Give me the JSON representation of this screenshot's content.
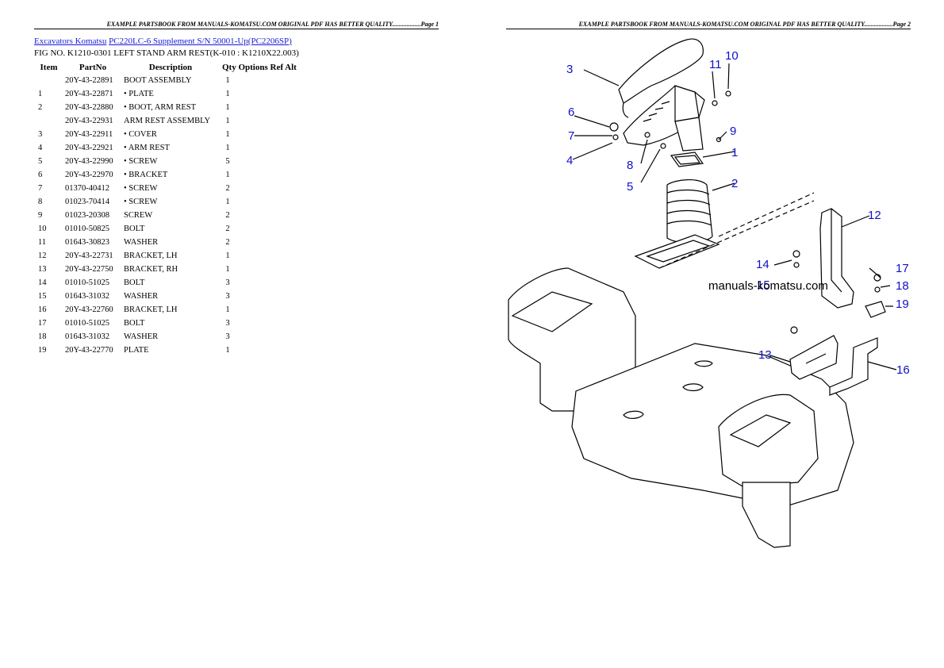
{
  "header": {
    "left_text": "EXAMPLE PARTSBOOK FROM MANUALS-KOMATSU.COM ORIGINAL PDF HAS BETTER QUALITY..................Page 1",
    "right_text": "EXAMPLE PARTSBOOK FROM MANUALS-KOMATSU.COM ORIGINAL PDF HAS BETTER QUALITY..................Page 2"
  },
  "breadcrumb": {
    "link1": "Excavators Komatsu",
    "link2": "PC220LC-6 Supplement S/N 50001-Up(PC2206SP)"
  },
  "fig_title": "FIG NO. K1210-0301 LEFT STAND ARM REST(K-010 : K1210X22.003)",
  "table": {
    "headers": [
      "Item",
      "PartNo",
      "Description",
      "Qty Options Ref Alt"
    ],
    "rows": [
      {
        "item": "",
        "part": "20Y-43-22891",
        "desc": "BOOT ASSEMBLY",
        "qty": "1"
      },
      {
        "item": "1",
        "part": "20Y-43-22871",
        "desc": "• PLATE",
        "qty": "1"
      },
      {
        "item": "2",
        "part": "20Y-43-22880",
        "desc": "• BOOT, ARM REST",
        "qty": "1"
      },
      {
        "item": "",
        "part": "20Y-43-22931",
        "desc": "ARM REST ASSEMBLY",
        "qty": "1"
      },
      {
        "item": "3",
        "part": "20Y-43-22911",
        "desc": "• COVER",
        "qty": "1"
      },
      {
        "item": "4",
        "part": "20Y-43-22921",
        "desc": "• ARM REST",
        "qty": "1"
      },
      {
        "item": "5",
        "part": "20Y-43-22990",
        "desc": "• SCREW",
        "qty": "5"
      },
      {
        "item": "6",
        "part": "20Y-43-22970",
        "desc": "• BRACKET",
        "qty": "1"
      },
      {
        "item": "7",
        "part": "01370-40412",
        "desc": "• SCREW",
        "qty": "2"
      },
      {
        "item": "8",
        "part": "01023-70414",
        "desc": "• SCREW",
        "qty": "1"
      },
      {
        "item": "9",
        "part": "01023-20308",
        "desc": "SCREW",
        "qty": "2"
      },
      {
        "item": "10",
        "part": "01010-50825",
        "desc": "BOLT",
        "qty": "2"
      },
      {
        "item": "11",
        "part": "01643-30823",
        "desc": "WASHER",
        "qty": "2"
      },
      {
        "item": "12",
        "part": "20Y-43-22731",
        "desc": "BRACKET, LH",
        "qty": "1"
      },
      {
        "item": "13",
        "part": "20Y-43-22750",
        "desc": "BRACKET, RH",
        "qty": "1"
      },
      {
        "item": "14",
        "part": "01010-51025",
        "desc": "BOLT",
        "qty": "3"
      },
      {
        "item": "15",
        "part": "01643-31032",
        "desc": "WASHER",
        "qty": "3"
      },
      {
        "item": "16",
        "part": "20Y-43-22760",
        "desc": "BRACKET, LH",
        "qty": "1"
      },
      {
        "item": "17",
        "part": "01010-51025",
        "desc": "BOLT",
        "qty": "3"
      },
      {
        "item": "18",
        "part": "01643-31032",
        "desc": "WASHER",
        "qty": "3"
      },
      {
        "item": "19",
        "part": "20Y-43-22770",
        "desc": "PLATE",
        "qty": "1"
      }
    ]
  },
  "diagram": {
    "watermark": "manuals-komatsu.com",
    "callouts": [
      "1",
      "2",
      "3",
      "4",
      "5",
      "6",
      "7",
      "8",
      "9",
      "10",
      "11",
      "12",
      "13",
      "14",
      "15",
      "16",
      "17",
      "18",
      "19"
    ],
    "callout_color": "#1010c8"
  }
}
